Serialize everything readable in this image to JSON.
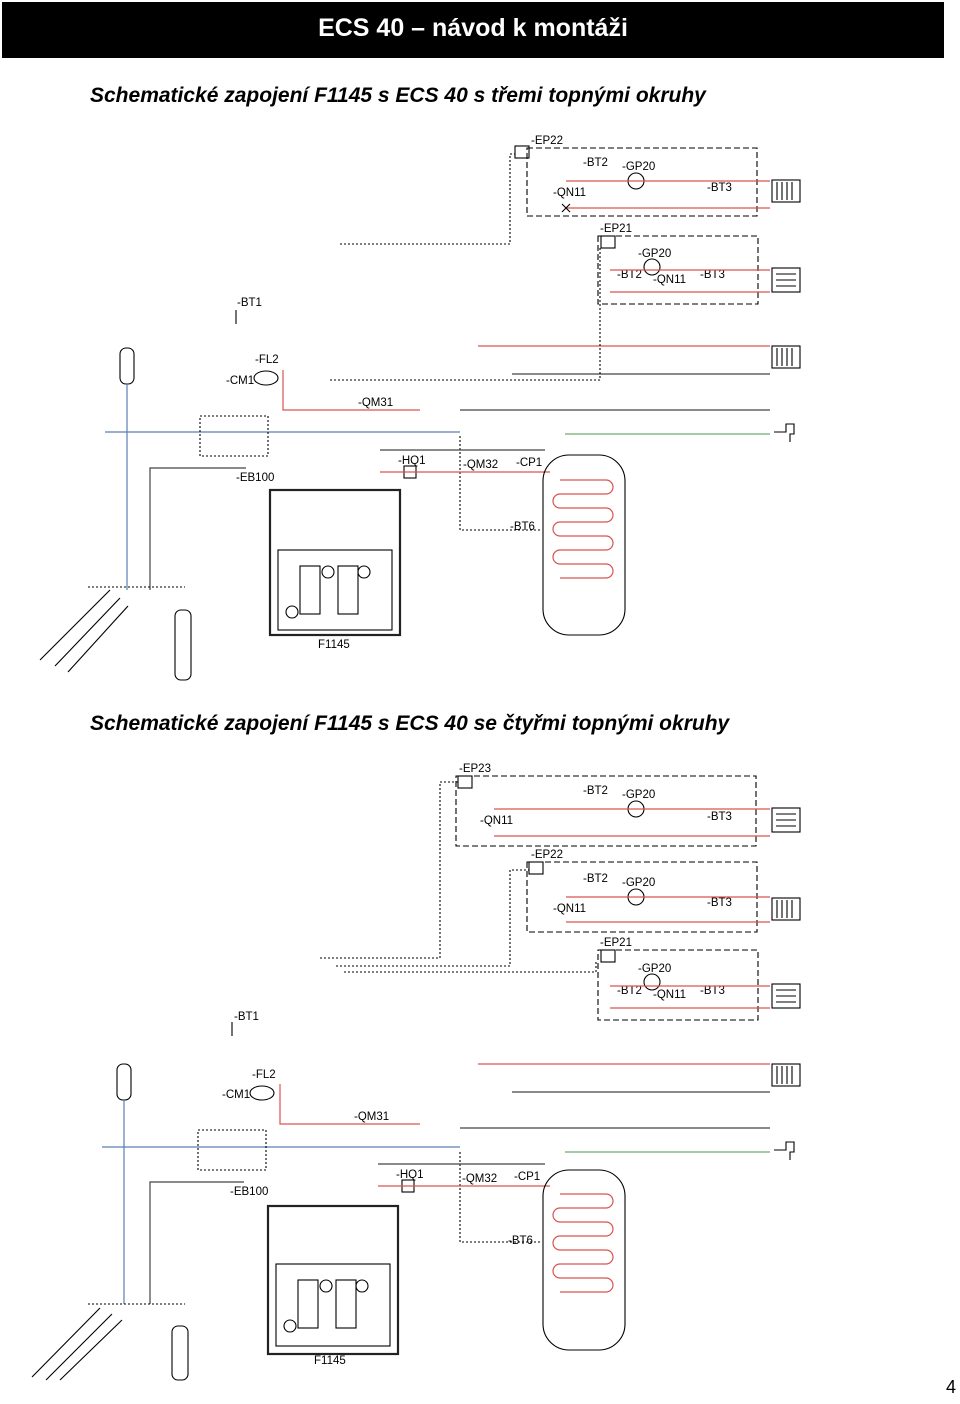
{
  "header": {
    "title": "ECS 40 – návod k montáži"
  },
  "sections": [
    {
      "caption": "Schematické zapojení F1145 s ECS 40 s třemi topnými okruhy"
    },
    {
      "caption": "Schematické zapojení F1145 s ECS 40 se čtyřmi topnými okruhy"
    }
  ],
  "diagram1": {
    "ep22": "-EP22",
    "ep22_bt2": "-BT2",
    "ep22_gp20": "-GP20",
    "ep22_qn11": "-QN11",
    "ep22_bt3": "-BT3",
    "ep21": "-EP21",
    "ep21_gp20": "-GP20",
    "ep21_bt2": "-BT2",
    "ep21_qn11": "-QN11",
    "ep21_bt3": "-BT3",
    "bt1": "-BT1",
    "fl2": "-FL2",
    "cm1": "-CM1",
    "qm31": "-QM31",
    "hq1": "-HQ1",
    "qm32": "-QM32",
    "cp1": "-CP1",
    "eb100": "-EB100",
    "bt6": "-BT6",
    "unit": "F1145"
  },
  "diagram2": {
    "ep23": "-EP23",
    "ep23_bt2": "-BT2",
    "ep23_gp20": "-GP20",
    "ep23_qn11": "-QN11",
    "ep23_bt3": "-BT3",
    "ep22": "-EP22",
    "ep22_bt2": "-BT2",
    "ep22_gp20": "-GP20",
    "ep22_qn11": "-QN11",
    "ep22_bt3": "-BT3",
    "ep21": "-EP21",
    "ep21_gp20": "-GP20",
    "ep21_bt2": "-BT2",
    "ep21_qn11": "-QN11",
    "ep21_bt3": "-BT3",
    "bt1": "-BT1",
    "fl2": "-FL2",
    "cm1": "-CM1",
    "qm31": "-QM31",
    "hq1": "-HQ1",
    "qm32": "-QM32",
    "cp1": "-CP1",
    "eb100": "-EB100",
    "bt6": "-BT6",
    "unit": "F1145"
  },
  "footer": {
    "page_number": "4"
  },
  "colors": {
    "supply": "#d9534f",
    "return": "#5a7fb5",
    "hot_water": "#6cae6c",
    "header_bg": "#000000"
  },
  "icons": [
    "radiator-icon",
    "tap-icon",
    "pump-icon",
    "valve-icon",
    "expansion-vessel-icon",
    "ground-collector-icon",
    "water-heater-icon",
    "heat-pump-icon"
  ]
}
